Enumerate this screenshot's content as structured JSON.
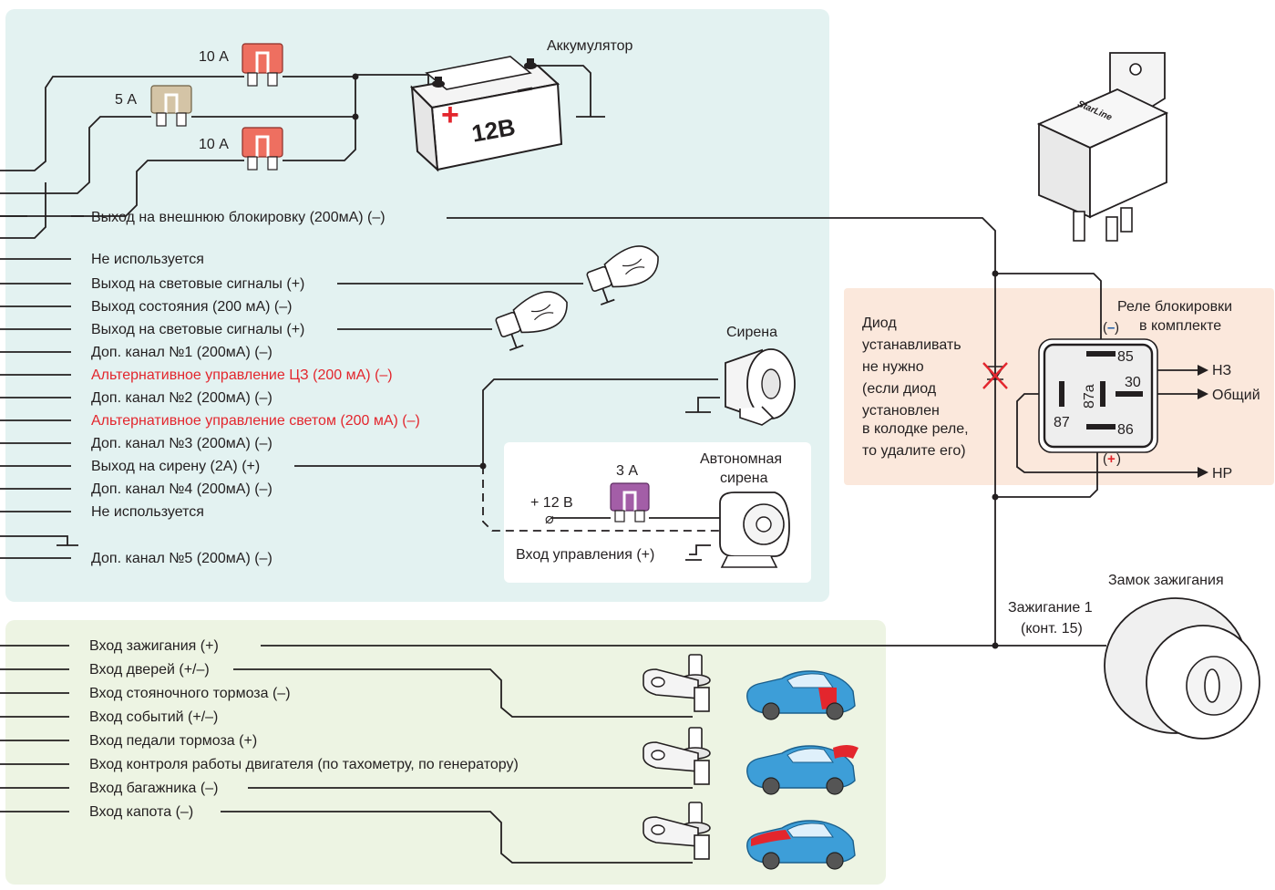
{
  "battery": {
    "title": "Аккумулятор",
    "voltage": "12В",
    "plus": "+",
    "minus": "–"
  },
  "fuses": {
    "f1": "10 А",
    "f2": "5 А",
    "f3": "10 А",
    "siren_fuse": "3 А"
  },
  "outputs": [
    {
      "text": "Выход на  внешнюю блокировку (200мА) (–)",
      "color": "#231f20"
    },
    {
      "text": "Не используется",
      "color": "#231f20"
    },
    {
      "text": "Выход на световые сигналы (+)",
      "color": "#231f20"
    },
    {
      "text": "Выход состояния (200 мА) (–)",
      "color": "#231f20"
    },
    {
      "text": "Выход на световые сигналы (+)",
      "color": "#231f20"
    },
    {
      "text": "Доп. канал №1 (200мА) (–)",
      "color": "#231f20"
    },
    {
      "text": "Альтернативное управление ЦЗ (200 мА) (–)",
      "color": "#e3262d"
    },
    {
      "text": "Доп. канал №2 (200мА) (–)",
      "color": "#231f20"
    },
    {
      "text": "Альтернативное управление светом (200 мА) (–)",
      "color": "#e3262d"
    },
    {
      "text": "Доп. канал №3 (200мА) (–)",
      "color": "#231f20"
    },
    {
      "text": "Выход на сирену (2А) (+)",
      "color": "#231f20"
    },
    {
      "text": "Доп. канал №4 (200мА) (–)",
      "color": "#231f20"
    },
    {
      "text": "Не используется",
      "color": "#231f20"
    },
    {
      "text": "Доп. канал №5 (200мА) (–)",
      "color": "#231f20"
    }
  ],
  "inputs": [
    "Вход зажигания (+)",
    "Вход дверей (+/–)",
    "Вход стояночного тормоза (–)",
    "Вход событий (+/–)",
    "Вход педали тормоза (+)",
    "Вход контроля работы двигателя (по тахометру, по генератору)",
    "Вход багажника (–)",
    "Вход капота (–)"
  ],
  "siren": {
    "title": "Сирена"
  },
  "autonomous_siren": {
    "title_line1": "Автономная",
    "title_line2": "сирена",
    "supply": "+ 12 В",
    "control_input": "Вход управления (+)"
  },
  "relay": {
    "title_line1": "Реле блокировки",
    "title_line2": "в комплекте",
    "pins": {
      "p85": "85",
      "p86": "86",
      "p87": "87",
      "p87a": "87a",
      "p30": "30"
    },
    "outputs": {
      "nc": "НЗ",
      "common": "Общий",
      "no": "НР"
    },
    "minus_mark": "–",
    "plus_mark": "+",
    "brand": "StarLine"
  },
  "diode_note": [
    "Диод",
    "устанавливать",
    "не нужно",
    "(если диод",
    "установлен",
    "в колодке реле,",
    "то удалите его)"
  ],
  "ignition": {
    "lock_title": "Замок зажигания",
    "line1": "Зажигание 1",
    "line2": "(конт. 15)"
  },
  "colors": {
    "panel_top": "#e3f2f1",
    "panel_bottom": "#edf4e3",
    "relay_panel": "#fbe8dc",
    "accent_red": "#e3262d",
    "diode_red": "#e3262d",
    "fuse_10a": "#ee6f60",
    "fuse_5a": "#d4c4a6",
    "fuse_3a": "#a35ea7",
    "car_body": "#3d9ed8",
    "wire": "#231f20"
  }
}
